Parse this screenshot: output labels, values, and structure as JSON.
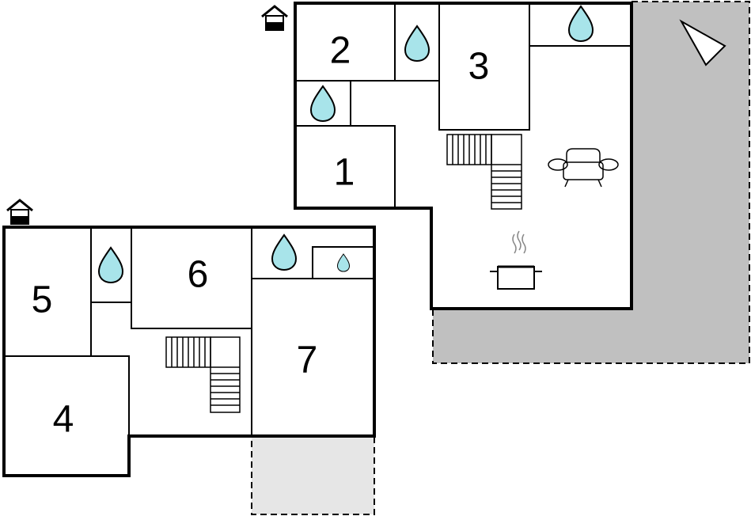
{
  "colors": {
    "terrace_upper": "#c0c0c0",
    "terrace_lower": "#e6e6e6",
    "water": "#a8e4ea",
    "wall": "#000000",
    "background": "#ffffff"
  },
  "rooms": [
    {
      "label": "1"
    },
    {
      "label": "2"
    },
    {
      "label": "3"
    },
    {
      "label": "4"
    },
    {
      "label": "5"
    },
    {
      "label": "6"
    },
    {
      "label": "7"
    }
  ],
  "icons": {
    "entrance": "house-entrance-icon",
    "bathroom": "water-drop-icon",
    "kitchen": "cooking-pot-icon",
    "living": "sofa-icon",
    "stairs": "staircase-icon",
    "compass": "north-arrow-icon"
  }
}
